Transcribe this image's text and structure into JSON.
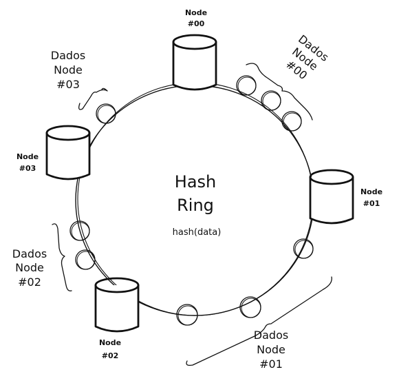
{
  "ring": {
    "title_line1": "Hash",
    "title_line2": "Ring",
    "subtitle": "hash(data)"
  },
  "nodes": [
    {
      "id": "node-00",
      "line1": "Node",
      "line2": "#00"
    },
    {
      "id": "node-01",
      "line1": "Node",
      "line2": "#01"
    },
    {
      "id": "node-02",
      "line1": "Node",
      "line2": "#02"
    },
    {
      "id": "node-03",
      "line1": "Node",
      "line2": "#03"
    }
  ],
  "data_groups": [
    {
      "id": "dados-00",
      "line1": "Dados",
      "line2": "Node",
      "line3": "#00"
    },
    {
      "id": "dados-01",
      "line1": "Dados",
      "line2": "Node",
      "line3": "#01"
    },
    {
      "id": "dados-02",
      "line1": "Dados",
      "line2": "Node",
      "line3": "#02"
    },
    {
      "id": "dados-03",
      "line1": "Dados",
      "line2": "Node",
      "line3": "#03"
    }
  ]
}
